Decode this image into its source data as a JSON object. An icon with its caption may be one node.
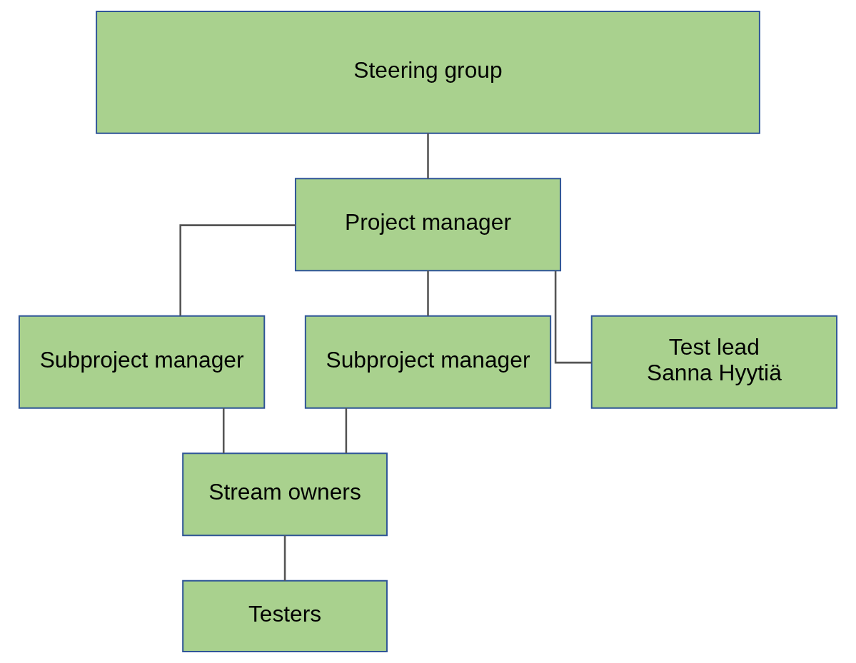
{
  "diagram": {
    "nodes": [
      {
        "text": [
          "Steering group"
        ]
      },
      {
        "text": [
          "Project manager"
        ]
      },
      {
        "text": [
          "Subproject manager"
        ]
      },
      {
        "text": [
          "Subproject manager"
        ]
      },
      {
        "text": [
          "Test lead",
          "Sanna Hyytiä"
        ]
      },
      {
        "text": [
          "Stream owners"
        ]
      },
      {
        "text": [
          "Testers"
        ]
      }
    ],
    "edges": [
      {
        "from": 0,
        "to": 1,
        "arrow": "none"
      },
      {
        "from": 1,
        "to": 2,
        "arrow": "none"
      },
      {
        "from": 1,
        "to": 3,
        "arrow": "none"
      },
      {
        "from": 1,
        "to": 4,
        "arrow": "none"
      },
      {
        "from": 2,
        "to": 5,
        "arrow": "none"
      },
      {
        "from": 3,
        "to": 5,
        "arrow": "none"
      },
      {
        "from": 5,
        "to": 6,
        "arrow": "none"
      }
    ]
  }
}
